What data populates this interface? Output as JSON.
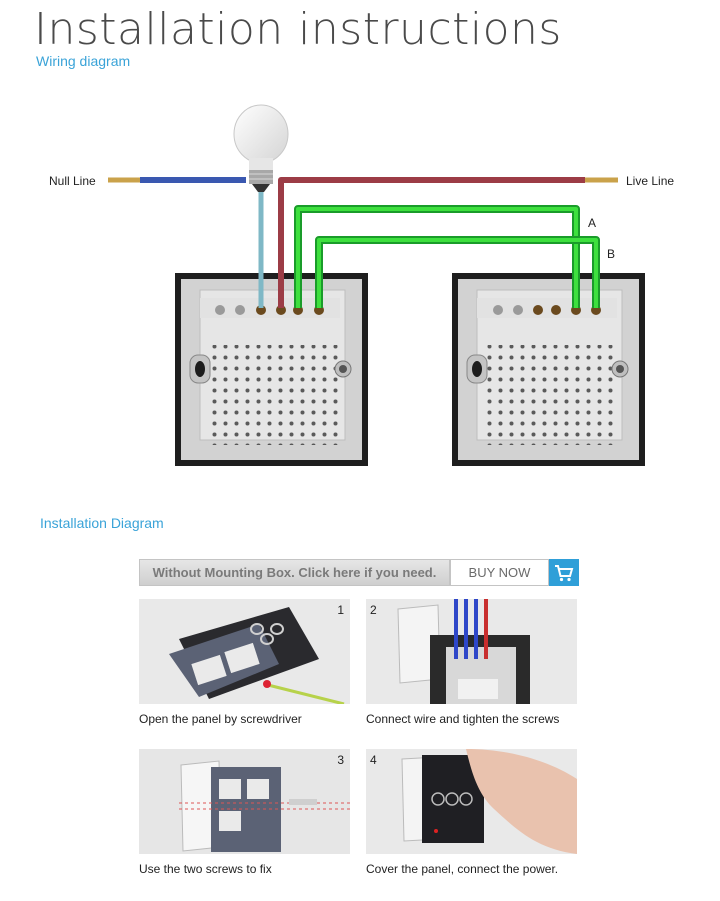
{
  "header": {
    "title": "Installation instructions",
    "subtitle": "Wiring diagram"
  },
  "wiring": {
    "null_label": "Null Line",
    "live_label": "Live Line",
    "wire_a": "A",
    "wire_b": "B"
  },
  "install": {
    "title": "Installation Diagram"
  },
  "banner": {
    "text": "Without Mounting Box. Click here if you need.",
    "button": "BUY NOW"
  },
  "steps": [
    {
      "num": "1",
      "caption": "Open the panel by screwdriver"
    },
    {
      "num": "2",
      "caption": "Connect wire and tighten the screws"
    },
    {
      "num": "3",
      "caption": "Use the two screws to fix"
    },
    {
      "num": "4",
      "caption": "Cover the panel, connect the power."
    }
  ]
}
